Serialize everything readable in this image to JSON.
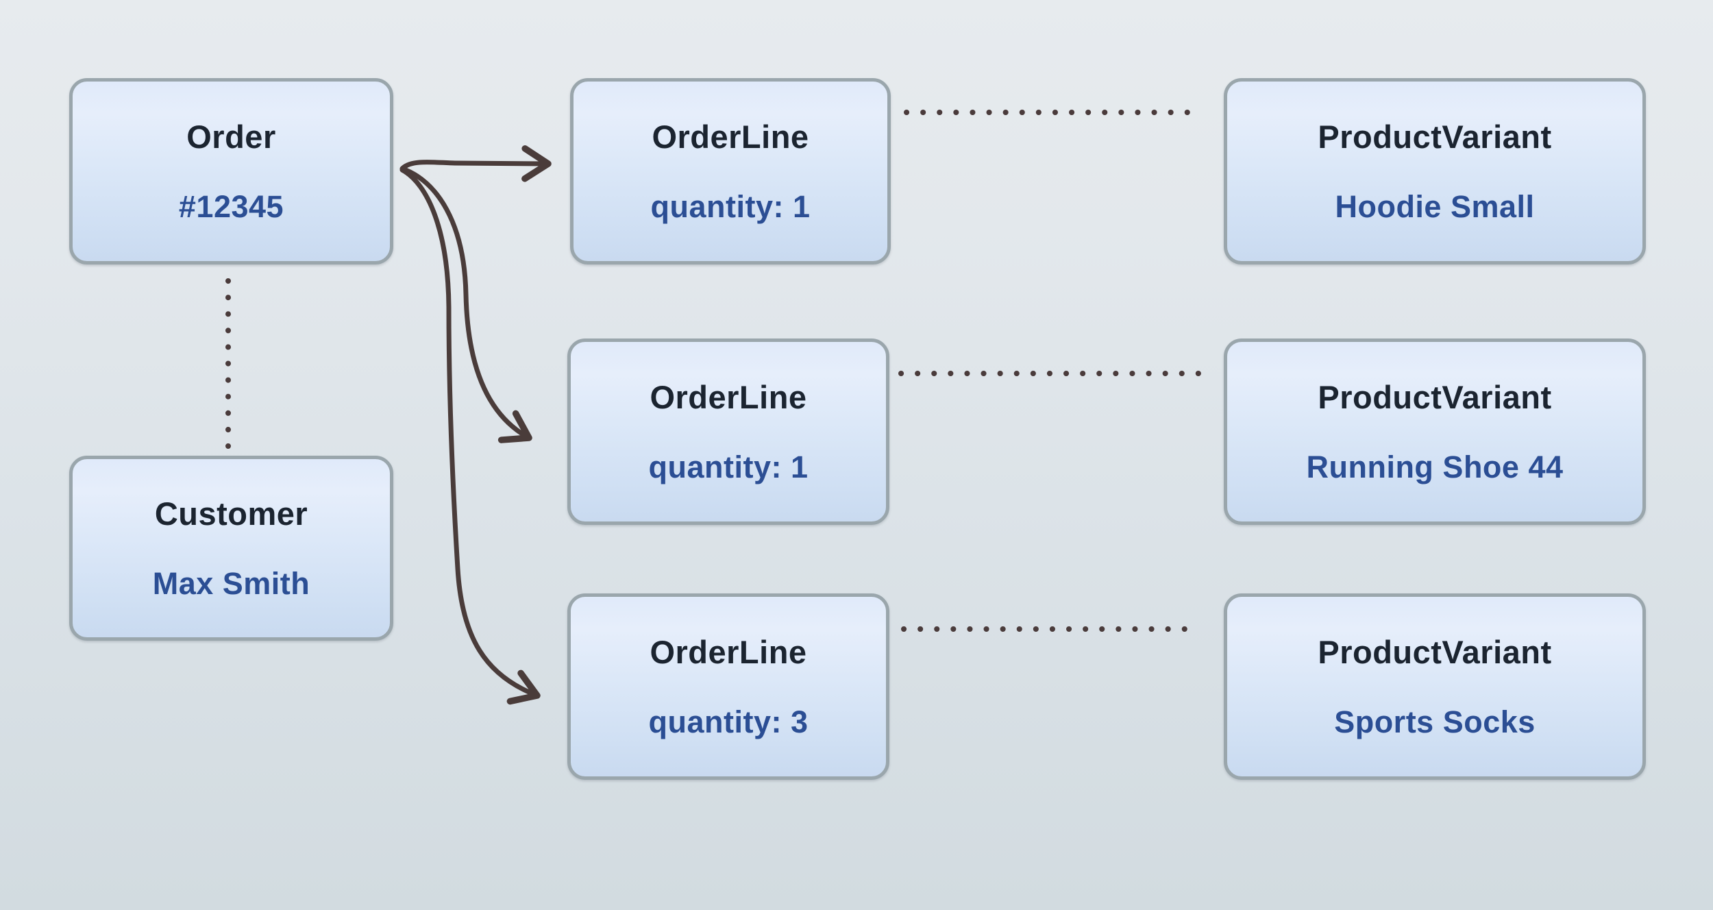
{
  "boxes": {
    "order": {
      "title": "Order",
      "value": "#12345"
    },
    "customer": {
      "title": "Customer",
      "value": "Max Smith"
    },
    "orderline1": {
      "title": "OrderLine",
      "value": "quantity: 1"
    },
    "orderline2": {
      "title": "OrderLine",
      "value": "quantity: 1"
    },
    "orderline3": {
      "title": "OrderLine",
      "value": "quantity: 3"
    },
    "productvariant1": {
      "title": "ProductVariant",
      "value": "Hoodie Small"
    },
    "productvariant2": {
      "title": "ProductVariant",
      "value": "Running Shoe 44"
    },
    "productvariant3": {
      "title": "ProductVariant",
      "value": "Sports Socks"
    }
  },
  "connections": [
    {
      "from": "order",
      "to": "orderline1",
      "style": "solid-arrow"
    },
    {
      "from": "order",
      "to": "orderline2",
      "style": "solid-arrow"
    },
    {
      "from": "order",
      "to": "orderline3",
      "style": "solid-arrow"
    },
    {
      "from": "order",
      "to": "customer",
      "style": "dotted-line"
    },
    {
      "from": "orderline1",
      "to": "productvariant1",
      "style": "dotted-line"
    },
    {
      "from": "orderline2",
      "to": "productvariant2",
      "style": "dotted-line"
    },
    {
      "from": "orderline3",
      "to": "productvariant3",
      "style": "dotted-line"
    }
  ],
  "colors": {
    "entity_title_text": "#1b2430",
    "entity_value_text": "#2b4e94",
    "entity_border": "#9aa6ac",
    "entity_fill_top": "#e0eafa",
    "entity_fill_bottom": "#c9daf0",
    "connector": "#4a3c3a",
    "background_top": "#e7ebee",
    "background_bottom": "#d2dbe0"
  }
}
